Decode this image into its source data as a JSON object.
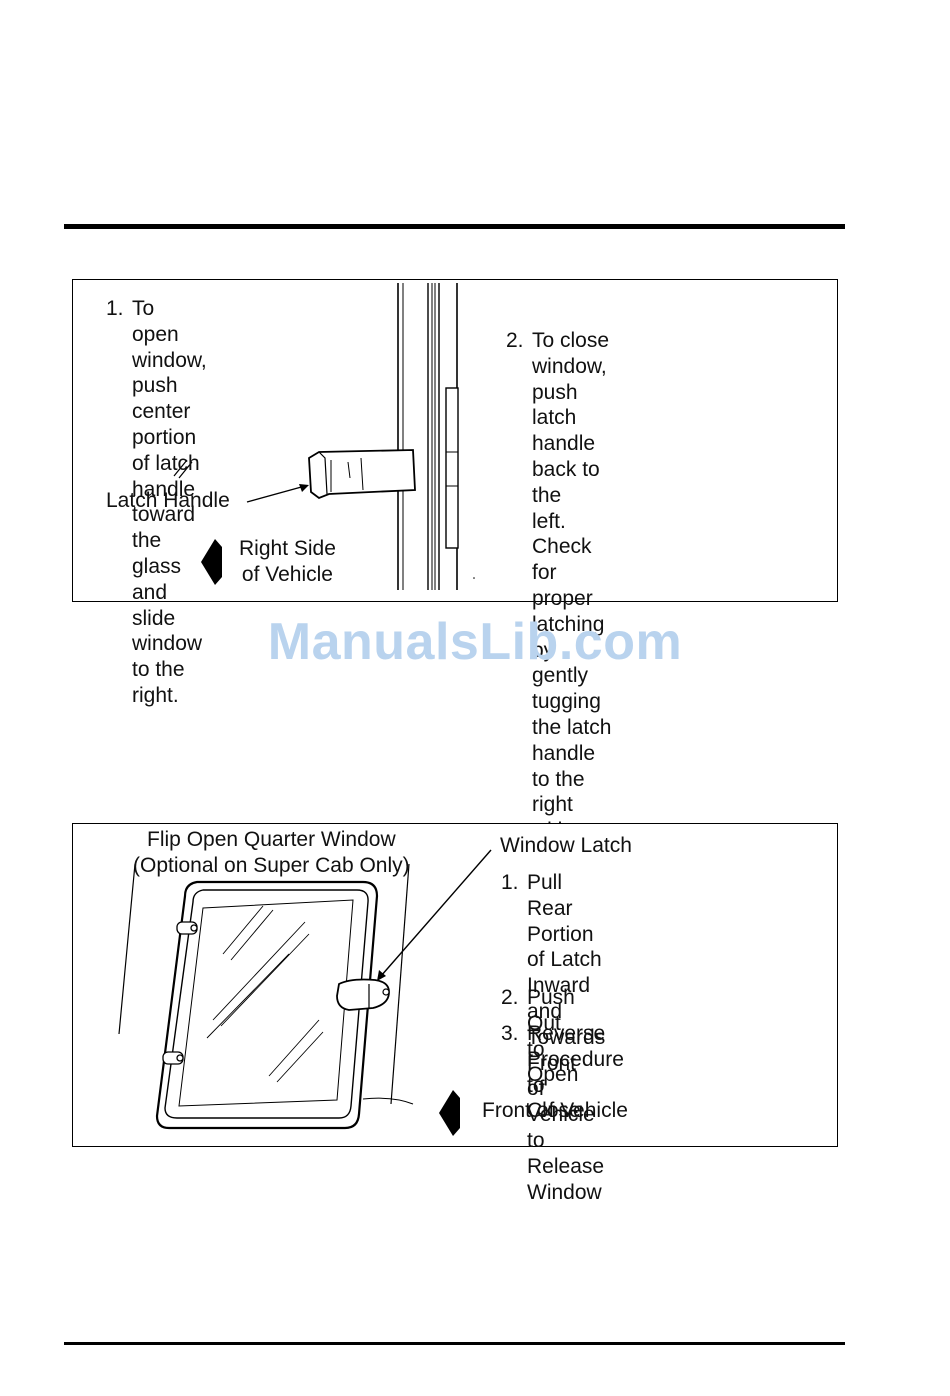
{
  "figure1": {
    "step1": {
      "number": "1.",
      "text": "To open window,\npush center portion\nof latch handle\ntoward the glass and\nslide window to the\nright."
    },
    "step2": {
      "number": "2.",
      "text": "To close window, push\nlatch handle back to the\nleft. Check for proper\nlatching by gently tugging\nthe latch handle to the\nright without pressing the\nrelease portion of the\nlatch."
    },
    "latch_label": "Latch Handle",
    "direction_label": "Right Side\nof Vehicle",
    "direction_icon": "arrow-left-icon"
  },
  "watermark": "ManualsLib.com",
  "figure2": {
    "title": "Flip Open Quarter Window\n(Optional on Super Cab Only)",
    "latch_label": "Window Latch",
    "steps": [
      {
        "number": "1.",
        "text": "Pull Rear Portion of Latch\nInward and Towards Front\nof Vehicle to Release\nWindow"
      },
      {
        "number": "2.",
        "text": "Push Out to Open"
      },
      {
        "number": "3.",
        "text": "Reverse Procedure to\nClose"
      }
    ],
    "direction_label": "Front of Vehicle",
    "direction_icon": "arrow-left-icon"
  }
}
